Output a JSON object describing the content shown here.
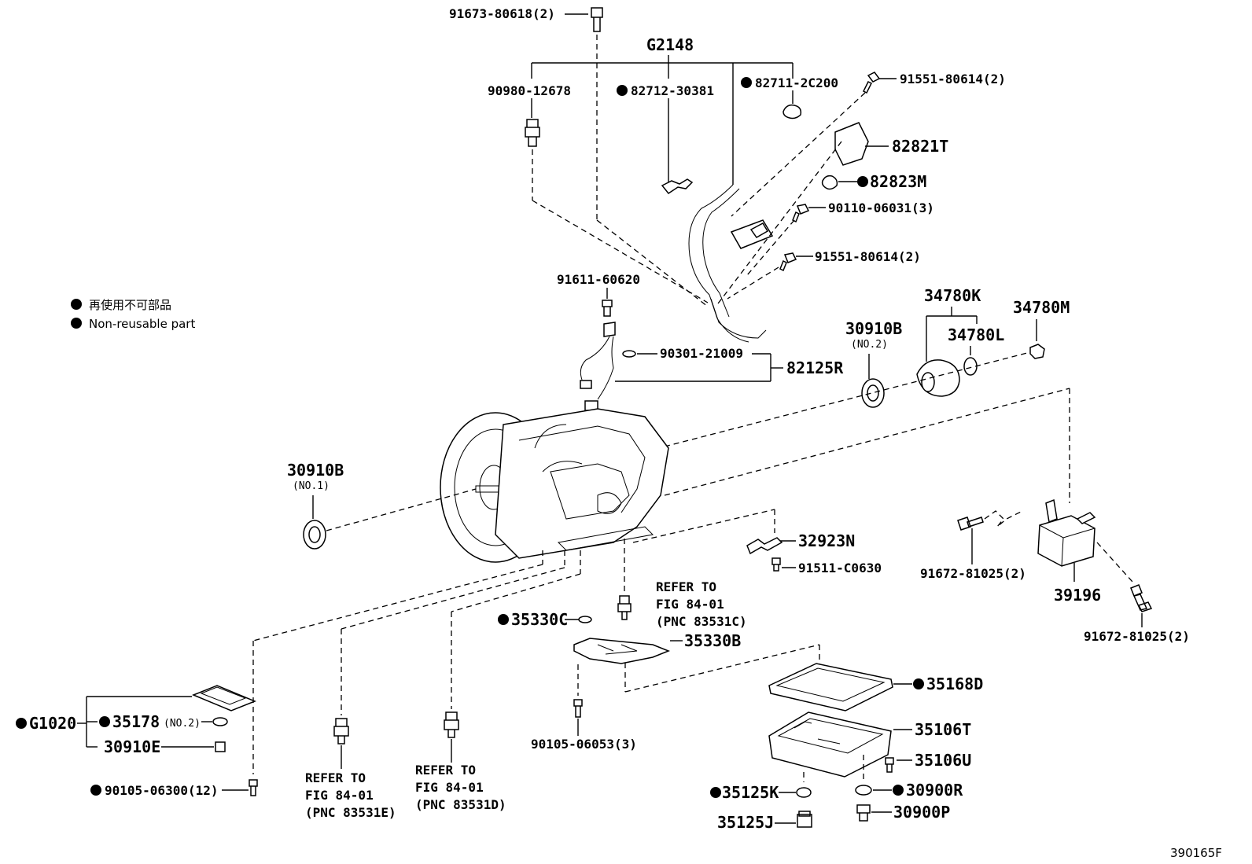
{
  "legend": {
    "line1": "再使用不可部品",
    "line2": "Non-reusable part"
  },
  "figure_number": "390165F",
  "labels": {
    "p91673": "91673-80618(2)",
    "g2148": "G2148",
    "p90980": "90980-12678",
    "p82712": "82712-30381",
    "p82711": "82711-2C200",
    "p91551a": "91551-80614(2)",
    "p82821t": "82821T",
    "p82823m": "82823M",
    "p90110": "90110-06031(3)",
    "p91551b": "91551-80614(2)",
    "p91611": "91611-60620",
    "p90301": "90301-21009",
    "p82125r": "82125R",
    "p30910b2": "30910B",
    "p30910b2_sub": "(NO.2)",
    "p34780k": "34780K",
    "p34780l": "34780L",
    "p34780m": "34780M",
    "p30910b1": "30910B",
    "p30910b1_sub": "(NO.1)",
    "p32923n": "32923N",
    "p91511": "91511-C0630",
    "p91672a": "91672-81025(2)",
    "p39196": "39196",
    "p91672b": "91672-81025(2)",
    "refer_c_1": "REFER TO",
    "refer_c_2": "FIG 84-01",
    "refer_c_3": "(PNC 83531C)",
    "p35330c": "35330C",
    "p35330b": "35330B",
    "p35168d": "35168D",
    "p35106t": "35106T",
    "p35106u": "35106U",
    "p30900r": "30900R",
    "p30900p": "30900P",
    "p35125k": "35125K",
    "p35125j": "35125J",
    "p90105_3": "90105-06053(3)",
    "g1020": "G1020",
    "p35178": "35178",
    "p35178_sub": "(NO.2)",
    "p30910e": "30910E",
    "p90105_12": "90105-06300(12)",
    "refer_e_1": "REFER TO",
    "refer_e_2": "FIG 84-01",
    "refer_e_3": "(PNC 83531E)",
    "refer_d_1": "REFER TO",
    "refer_d_2": "FIG 84-01",
    "refer_d_3": "(PNC 83531D)"
  }
}
